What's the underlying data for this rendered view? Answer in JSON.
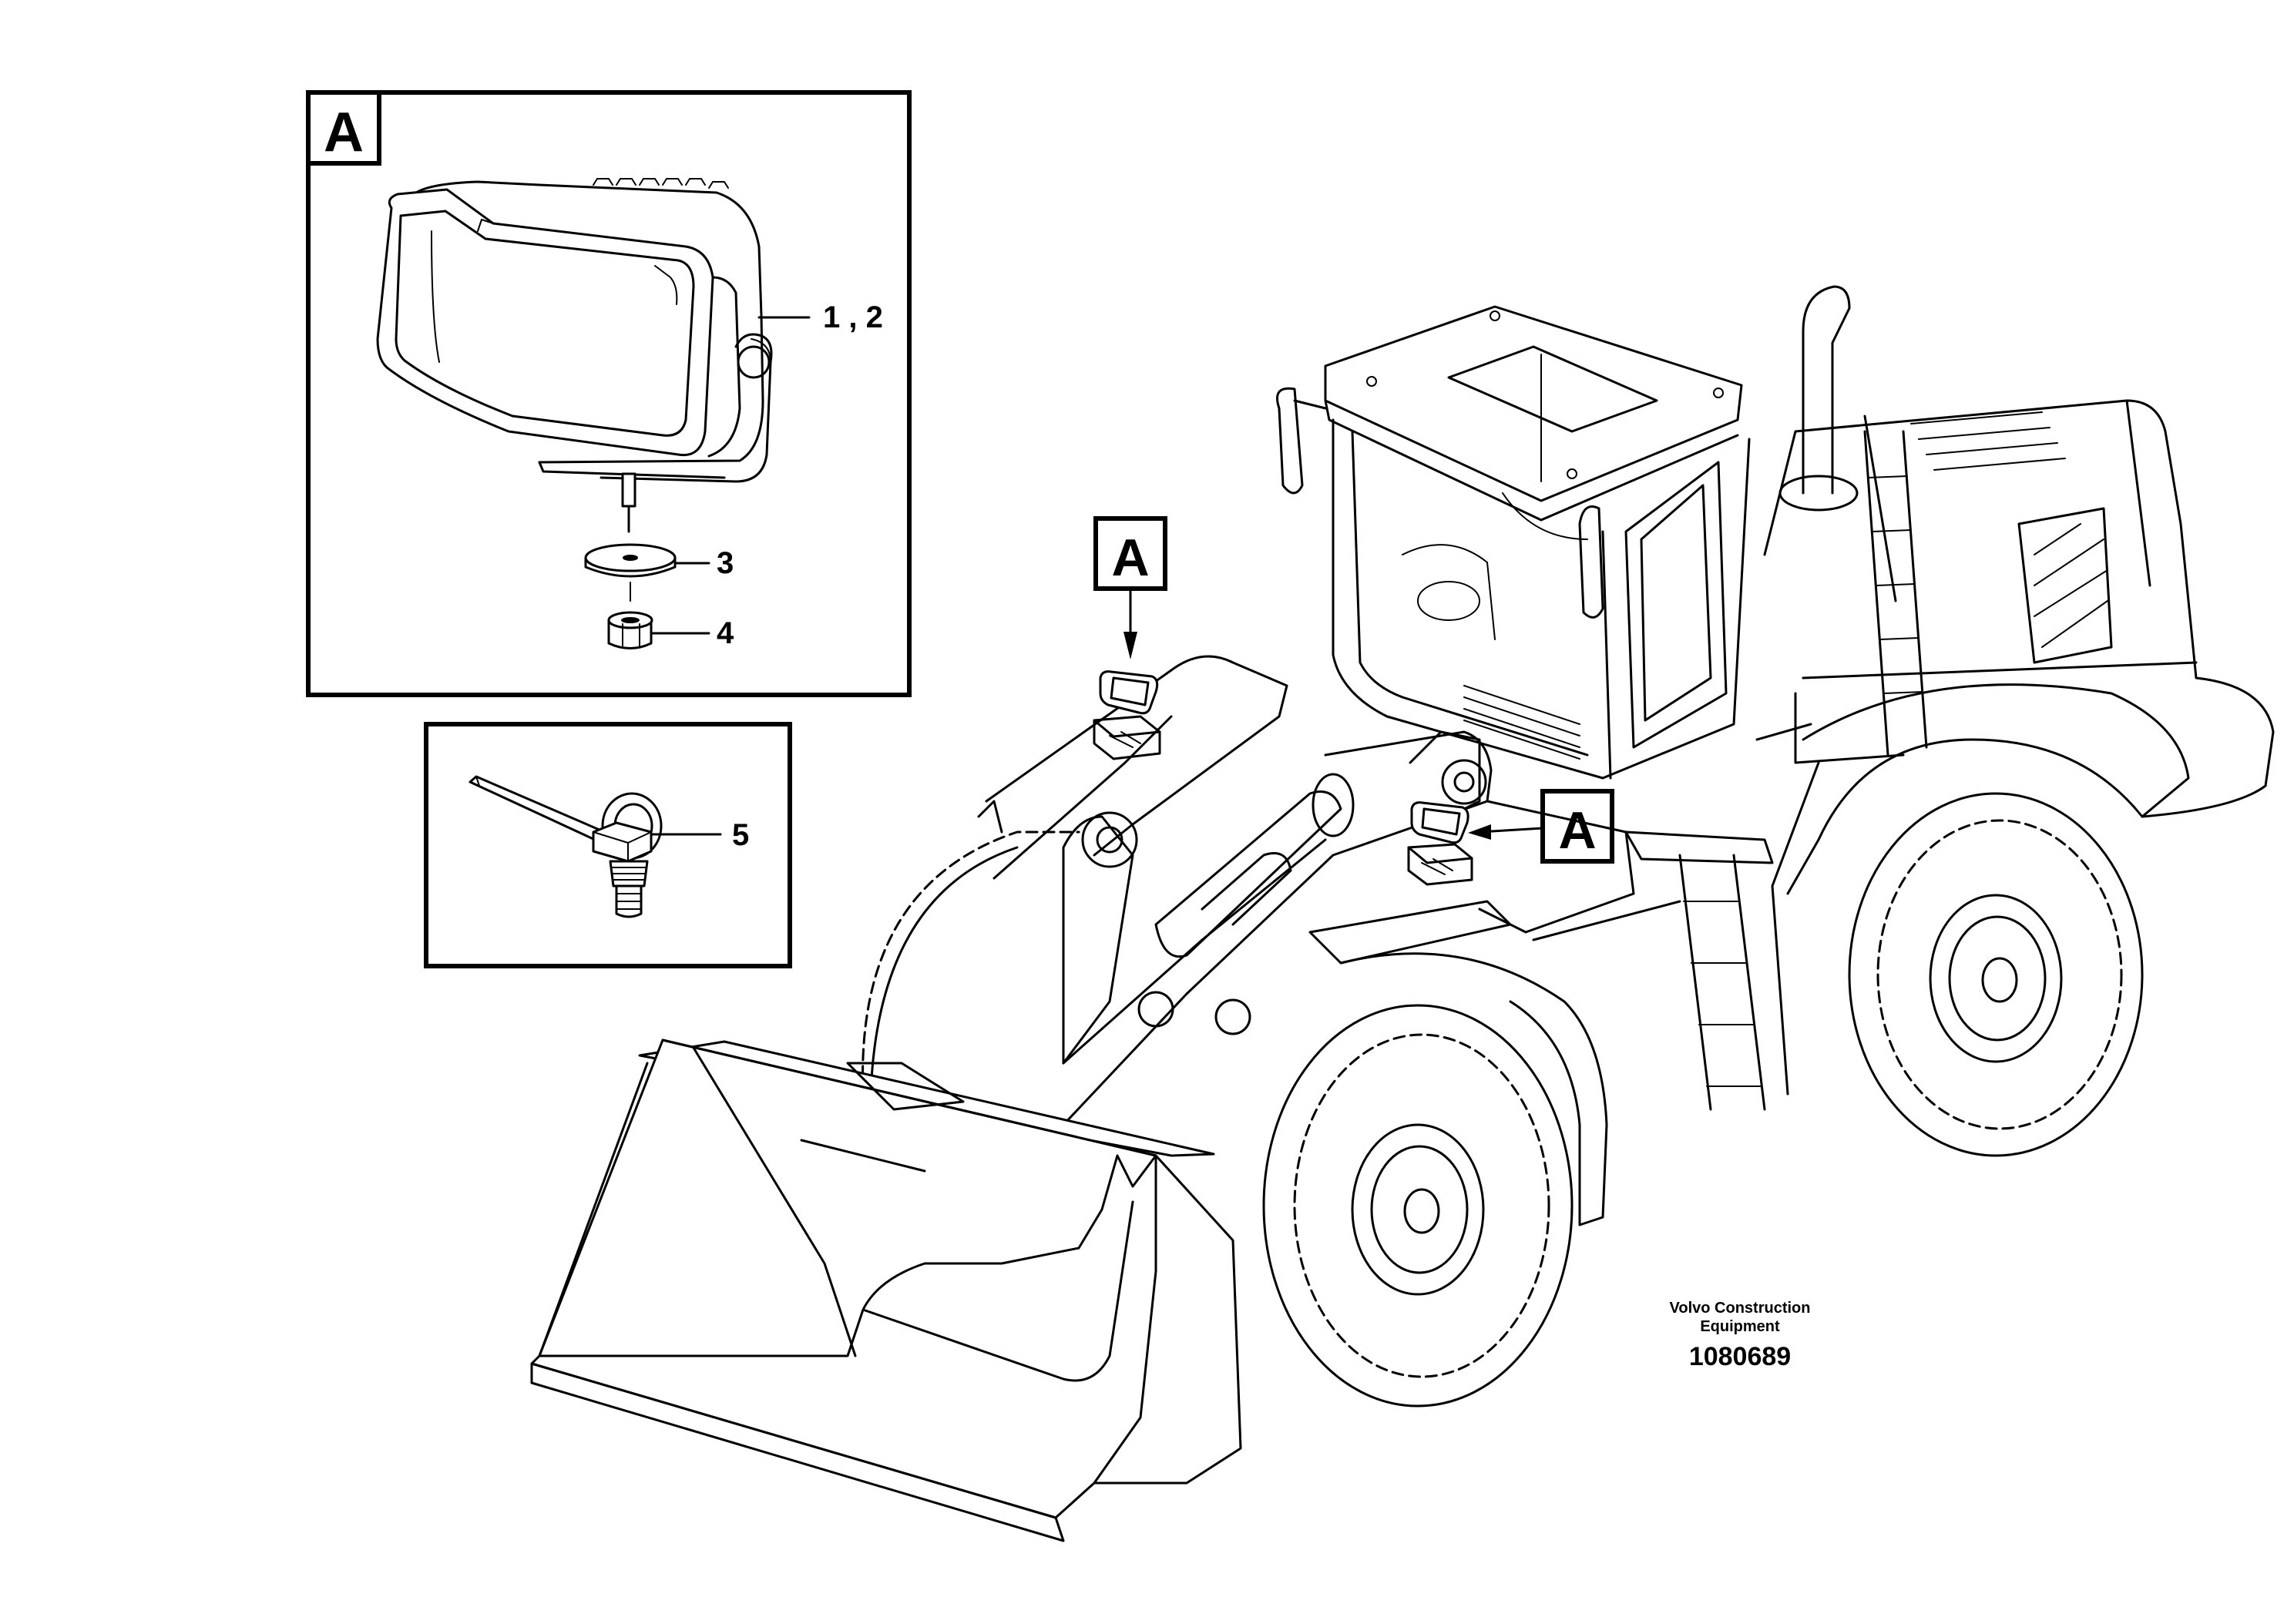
{
  "detail_box_a": {
    "label": "A",
    "callouts": [
      {
        "text": "1 , 2"
      },
      {
        "text": "3"
      },
      {
        "text": "4"
      }
    ]
  },
  "detail_box_5": {
    "callouts": [
      {
        "text": "5"
      }
    ]
  },
  "machine_markers": [
    {
      "label": "A"
    },
    {
      "label": "A"
    }
  ],
  "footer": {
    "company_line1": "Volvo Construction",
    "company_line2": "Equipment",
    "drawing_number": "1080689"
  }
}
